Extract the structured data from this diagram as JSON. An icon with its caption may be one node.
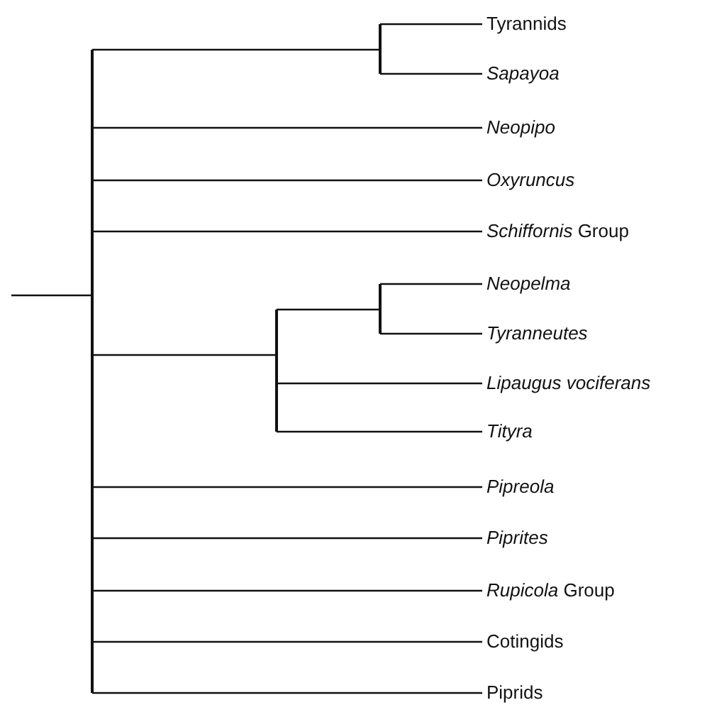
{
  "diagram": {
    "nodes": [
      {
        "text": [],
        "shape": "bar"
      },
      {
        "text": [],
        "shape": "bar"
      },
      {
        "text": [
          "Tyrannids"
        ]
      },
      {
        "text": [
          "Sapayoa"
        ]
      },
      {
        "text": [
          "Neopipo"
        ]
      },
      {
        "text": [
          "Oxyruncus"
        ]
      },
      {
        "text": [
          "*Schiffornis* Group"
        ]
      },
      {
        "text": [],
        "shape": "bar"
      },
      {
        "text": [],
        "shape": "bar"
      },
      {
        "text": [
          "Neopelma"
        ]
      },
      {
        "text": [
          "Tyranneutes"
        ]
      },
      {
        "text": [
          "Lipaugus vociferans"
        ]
      },
      {
        "text": [
          "Tityra"
        ]
      },
      {
        "text": [
          "Pipreola"
        ]
      },
      {
        "text": [
          "Piprites"
        ]
      },
      {
        "text": [
          "*Rupicola* Group"
        ]
      },
      {
        "text": [
          "Cotingids"
        ]
      },
      {
        "text": [
          "Piprids"
        ]
      }
    ],
    "edges": [
      {
        "from": null,
        "to": 0,
        "arrow": "none"
      },
      {
        "from": 0,
        "to": 1,
        "arrow": "none"
      },
      {
        "from": 1,
        "to": 2,
        "arrow": "none"
      },
      {
        "from": 1,
        "to": 3,
        "arrow": "none"
      },
      {
        "from": 0,
        "to": 4,
        "arrow": "none"
      },
      {
        "from": 0,
        "to": 5,
        "arrow": "none"
      },
      {
        "from": 0,
        "to": 6,
        "arrow": "none"
      },
      {
        "from": 0,
        "to": 7,
        "arrow": "none"
      },
      {
        "from": 7,
        "to": 8,
        "arrow": "none"
      },
      {
        "from": 8,
        "to": 9,
        "arrow": "none"
      },
      {
        "from": 8,
        "to": 10,
        "arrow": "none"
      },
      {
        "from": 7,
        "to": 11,
        "arrow": "none"
      },
      {
        "from": 7,
        "to": 12,
        "arrow": "none"
      },
      {
        "from": 0,
        "to": 13,
        "arrow": "none"
      },
      {
        "from": 0,
        "to": 14,
        "arrow": "none"
      },
      {
        "from": 0,
        "to": 15,
        "arrow": "none"
      },
      {
        "from": 0,
        "to": 16,
        "arrow": "none"
      },
      {
        "from": 0,
        "to": 17,
        "arrow": "none"
      }
    ]
  }
}
